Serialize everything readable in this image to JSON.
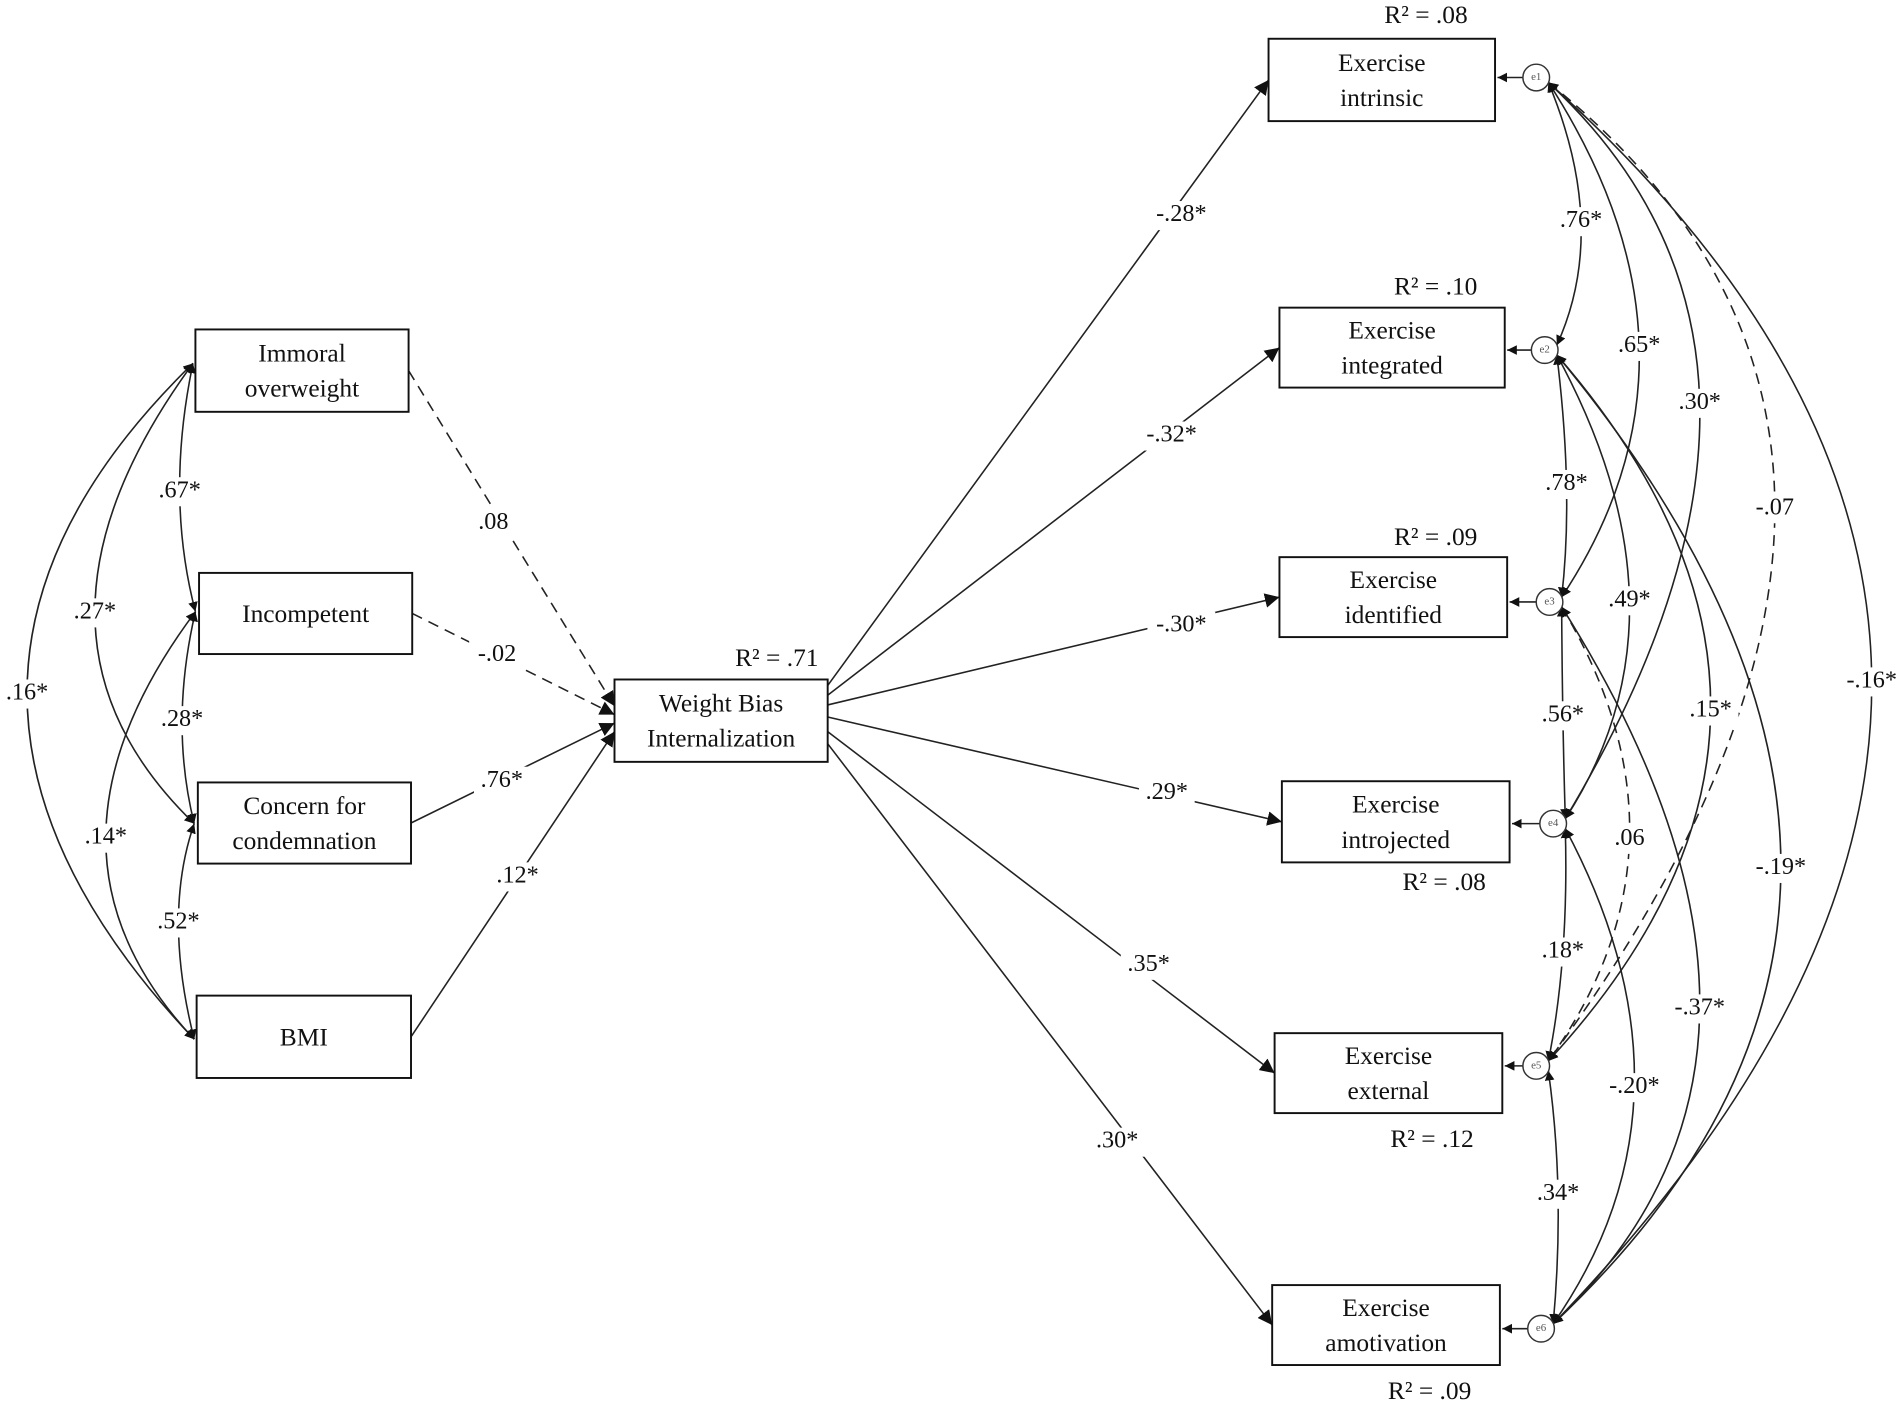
{
  "diagram": {
    "predictors": [
      {
        "id": "imm",
        "lines": [
          "Immoral",
          "overweight"
        ]
      },
      {
        "id": "inc",
        "lines": [
          "Incompetent"
        ]
      },
      {
        "id": "con",
        "lines": [
          "Concern for",
          "condemnation"
        ]
      },
      {
        "id": "bmi",
        "lines": [
          "BMI"
        ]
      }
    ],
    "mediator": {
      "id": "wbi",
      "lines": [
        "Weight Bias",
        "Internalization"
      ],
      "r2": "R² = .71"
    },
    "outcomes": [
      {
        "id": "o1",
        "lines": [
          "Exercise",
          "intrinsic"
        ],
        "r2": "R² = .08",
        "error": "e1"
      },
      {
        "id": "o2",
        "lines": [
          "Exercise",
          "integrated"
        ],
        "r2": "R² = .10",
        "error": "e2"
      },
      {
        "id": "o3",
        "lines": [
          "Exercise",
          "identified"
        ],
        "r2": "R² = .09",
        "error": "e3"
      },
      {
        "id": "o4",
        "lines": [
          "Exercise",
          "introjected"
        ],
        "r2": "R² = .08",
        "error": "e4"
      },
      {
        "id": "o5",
        "lines": [
          "Exercise",
          "external"
        ],
        "r2": "R² = .12",
        "error": "e5"
      },
      {
        "id": "o6",
        "lines": [
          "Exercise",
          "amotivation"
        ],
        "r2": "R² = .09",
        "error": "e6"
      }
    ],
    "paths_in": [
      {
        "from": "imm",
        "label": ".08",
        "dashed": true
      },
      {
        "from": "inc",
        "label": "-.02",
        "dashed": true
      },
      {
        "from": "con",
        "label": ".76*",
        "dashed": false
      },
      {
        "from": "bmi",
        "label": ".12*",
        "dashed": false
      }
    ],
    "paths_out": [
      {
        "to": "o1",
        "label": "-.28*"
      },
      {
        "to": "o2",
        "label": "-.32*"
      },
      {
        "to": "o3",
        "label": "-.30*"
      },
      {
        "to": "o4",
        "label": ".29*"
      },
      {
        "to": "o5",
        "label": ".35*"
      },
      {
        "to": "o6",
        "label": ".30*"
      }
    ],
    "predictor_correlations": [
      {
        "a": "imm",
        "b": "inc",
        "label": ".67*"
      },
      {
        "a": "imm",
        "b": "con",
        "label": ".27*"
      },
      {
        "a": "imm",
        "b": "bmi",
        "label": ".16*"
      },
      {
        "a": "inc",
        "b": "con",
        "label": ".28*"
      },
      {
        "a": "inc",
        "b": "bmi",
        "label": ".14*"
      },
      {
        "a": "con",
        "b": "bmi",
        "label": ".52*"
      }
    ],
    "error_correlations": [
      {
        "a": "e1",
        "b": "e2",
        "label": ".76*",
        "dashed": false
      },
      {
        "a": "e1",
        "b": "e3",
        "label": ".65*",
        "dashed": false
      },
      {
        "a": "e1",
        "b": "e4",
        "label": ".30*",
        "dashed": false
      },
      {
        "a": "e1",
        "b": "e5",
        "label": "-.07",
        "dashed": true
      },
      {
        "a": "e1",
        "b": "e6",
        "label": "-.16*",
        "dashed": false
      },
      {
        "a": "e2",
        "b": "e3",
        "label": ".78*",
        "dashed": false
      },
      {
        "a": "e2",
        "b": "e4",
        "label": ".49*",
        "dashed": false
      },
      {
        "a": "e2",
        "b": "e5",
        "label": ".15*",
        "dashed": false
      },
      {
        "a": "e2",
        "b": "e6",
        "label": "-.19*",
        "dashed": false
      },
      {
        "a": "e3",
        "b": "e4",
        "label": ".56*",
        "dashed": false
      },
      {
        "a": "e3",
        "b": "e5",
        "label": ".06",
        "dashed": true
      },
      {
        "a": "e3",
        "b": "e6",
        "label": "-.37*",
        "dashed": false
      },
      {
        "a": "e4",
        "b": "e5",
        "label": ".18*",
        "dashed": false
      },
      {
        "a": "e4",
        "b": "e6",
        "label": "-.20*",
        "dashed": false
      },
      {
        "a": "e5",
        "b": "e6",
        "label": ".34*",
        "dashed": false
      }
    ]
  }
}
